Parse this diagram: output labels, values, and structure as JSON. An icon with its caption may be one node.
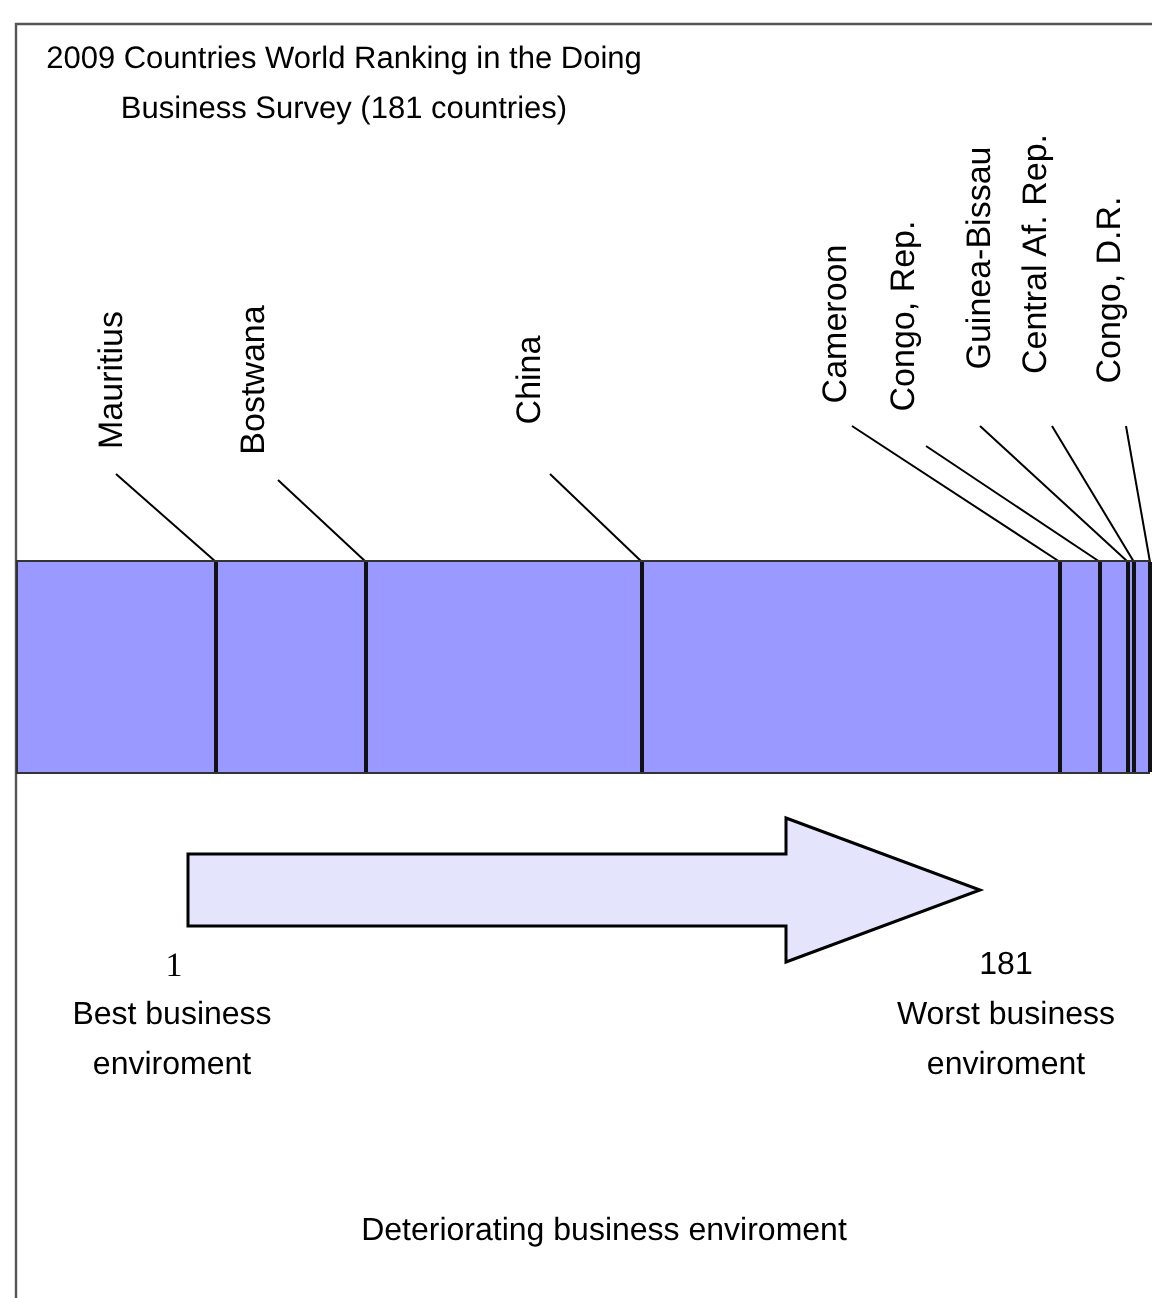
{
  "diagram": {
    "title": "2009 Countries World Ranking in the Doing Business Survey (181 countries)",
    "nodes": [
      {
        "text": [
          "Mauritius"
        ]
      },
      {
        "text": [
          "Bostwana"
        ]
      },
      {
        "text": [
          "China"
        ]
      },
      {
        "text": [
          "Cameroon"
        ]
      },
      {
        "text": [
          "Congo, Rep."
        ]
      },
      {
        "text": [
          "Guinea-Bissau"
        ]
      },
      {
        "text": [
          "Central Af. Rep."
        ]
      },
      {
        "text": [
          "Congo, D.R."
        ]
      },
      {
        "text": [],
        "shape": "bar"
      },
      {
        "text": [],
        "shape": "line",
        "in": 8
      },
      {
        "text": [],
        "shape": "line",
        "in": 8
      },
      {
        "text": [],
        "shape": "line",
        "in": 8
      },
      {
        "text": [],
        "shape": "line",
        "in": 8
      },
      {
        "text": [],
        "shape": "line",
        "in": 8
      },
      {
        "text": [],
        "shape": "line",
        "in": 8
      },
      {
        "text": [],
        "shape": "line",
        "in": 8
      },
      {
        "text": [],
        "shape": "line",
        "in": 8
      }
    ],
    "edges": [
      {
        "from": 0,
        "to": 9,
        "arrow": "none"
      },
      {
        "from": 1,
        "to": 10,
        "arrow": "none"
      },
      {
        "from": 2,
        "to": 11,
        "arrow": "none"
      },
      {
        "from": 3,
        "to": 12,
        "arrow": "none"
      },
      {
        "from": 4,
        "to": 13,
        "arrow": "none"
      },
      {
        "from": 5,
        "to": 14,
        "arrow": "none"
      },
      {
        "from": 6,
        "to": 15,
        "arrow": "none"
      },
      {
        "from": 7,
        "to": 16,
        "arrow": "none"
      }
    ],
    "labels": [
      "1",
      "Best business enviroment",
      "181",
      "Worst business enviroment",
      "Deteriorating business enviroment"
    ]
  }
}
